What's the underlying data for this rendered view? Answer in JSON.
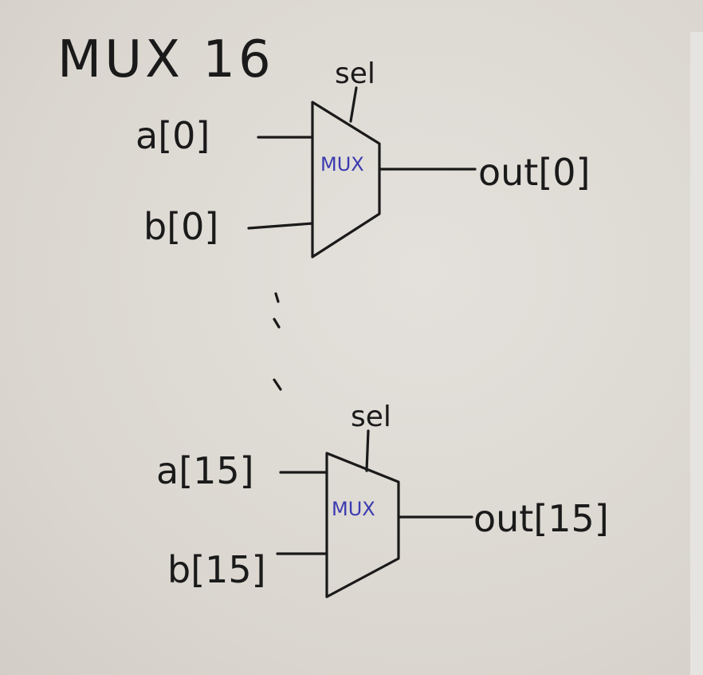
{
  "title": "MUX 16",
  "mux_top": {
    "label": "MUX",
    "sel": "sel",
    "input_a": "a[0]",
    "input_b": "b[0]",
    "output": "out[0]"
  },
  "mux_bottom": {
    "label": "MUX",
    "sel": "sel",
    "input_a": "a[15]",
    "input_b": "b[15]",
    "output": "out[15]"
  },
  "colors": {
    "ink": "#1a1a1a",
    "mux_label": "#3a3ab0",
    "paper": "#dcd8d2"
  }
}
